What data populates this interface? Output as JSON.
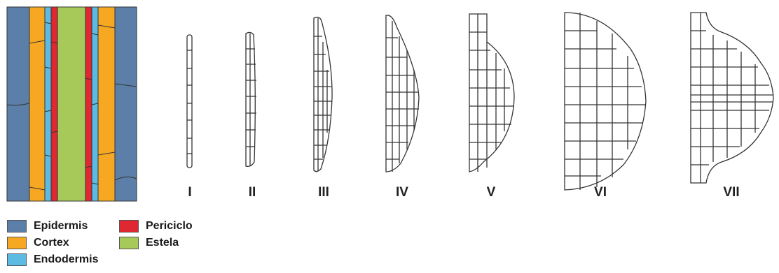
{
  "colors": {
    "epidermis": "#5b7fa8",
    "cortex": "#f7a823",
    "endodermis": "#5bbbe3",
    "periciclo": "#e02832",
    "estela": "#a6c95a",
    "outline": "#333333"
  },
  "stages": [
    "I",
    "II",
    "III",
    "IV",
    "V",
    "VI",
    "VII"
  ],
  "legend": [
    {
      "label": "Epidermis",
      "color": "#5b7fa8"
    },
    {
      "label": "Periciclo",
      "color": "#e02832"
    },
    {
      "label": "Cortex",
      "color": "#f7a823"
    },
    {
      "label": "Estela",
      "color": "#a6c95a"
    },
    {
      "label": "Endodermis",
      "color": "#5bbbe3"
    }
  ]
}
